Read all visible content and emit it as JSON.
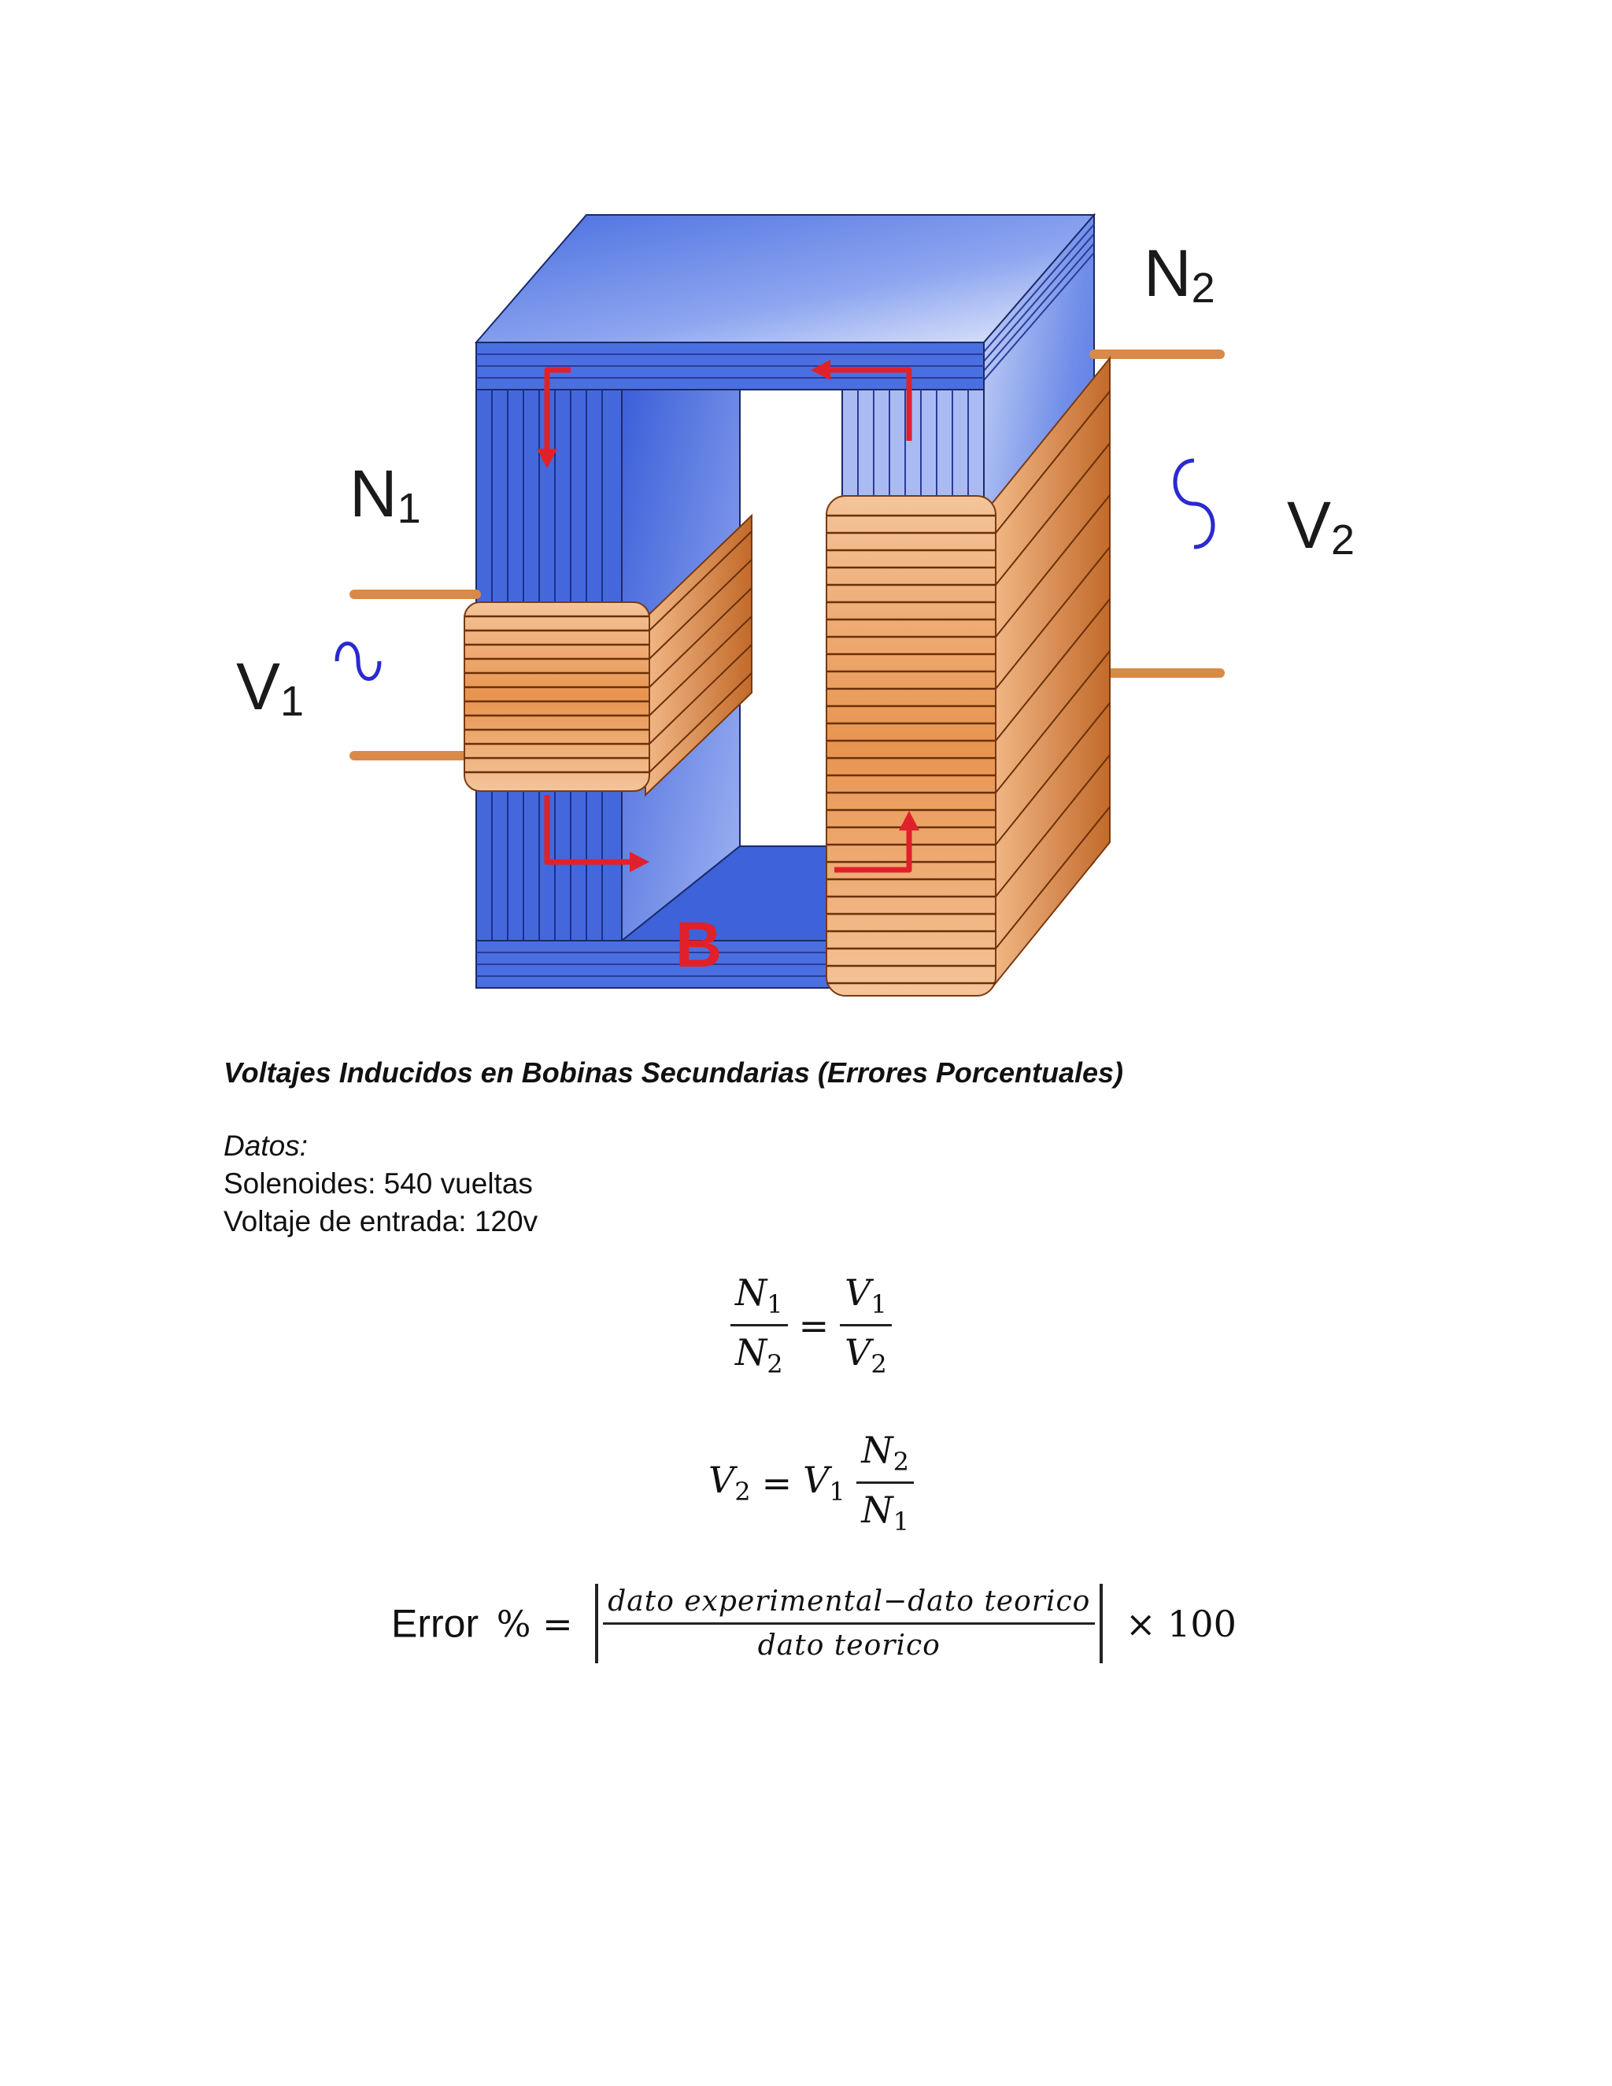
{
  "figure": {
    "labels": {
      "n1": "N",
      "n1_sub": "1",
      "n2": "N",
      "n2_sub": "2",
      "v1": "V",
      "v1_sub": "1",
      "v2": "V",
      "v2_sub": "2",
      "b": "B"
    },
    "colors": {
      "core": "#4a6fe0",
      "coil": "#e89a5a",
      "arrow": "#e0212b",
      "wave": "#2a2ad0"
    }
  },
  "heading": "Voltajes Inducidos en Bobinas Secundarias (Errores Porcentuales)",
  "datos": {
    "label": "Datos:",
    "line1": "Solenoides: 540 vueltas",
    "line2": "Voltaje de entrada: 120v"
  },
  "eq1": {
    "n_num": "N",
    "n_num_sub": "1",
    "n_den": "N",
    "n_den_sub": "2",
    "eq": "=",
    "v_num": "V",
    "v_num_sub": "1",
    "v_den": "V",
    "v_den_sub": "2"
  },
  "eq2": {
    "lhs": "V",
    "lhs_sub": "2",
    "eq": "=",
    "v": "V",
    "v_sub": "1",
    "num": "N",
    "num_sub": "2",
    "den": "N",
    "den_sub": "1"
  },
  "eq3": {
    "word": "Error",
    "pct": "% =",
    "num": "dato experimental−dato teorico",
    "den": "dato teorico",
    "times": "× 100"
  }
}
